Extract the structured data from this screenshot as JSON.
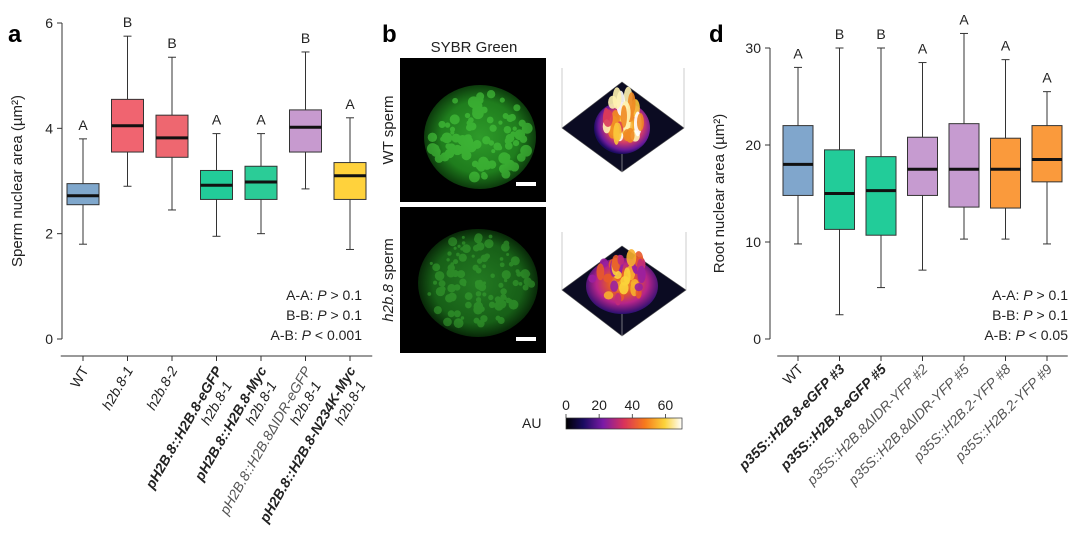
{
  "panel_a": {
    "letter": "a",
    "chart_data": {
      "type": "box",
      "ylabel": "Sperm nuclear area (µm²)",
      "ylim": [
        0,
        6
      ],
      "yticks": [
        0,
        2,
        4,
        6
      ],
      "grid": false,
      "categories": [
        {
          "parts": [
            {
              "t": "WT",
              "i": false
            }
          ],
          "style": "n"
        },
        {
          "parts": [
            {
              "t": "h2b.8-1",
              "i": true
            }
          ],
          "style": "n"
        },
        {
          "parts": [
            {
              "t": "h2b.8-2",
              "i": true
            }
          ],
          "style": "n"
        },
        {
          "parts": [
            {
              "t": "pH2B.8::H2B.8-eGFP",
              "i": true
            }
          ],
          "line2": "h2b.8-1",
          "style": "b"
        },
        {
          "parts": [
            {
              "t": "pH2B.8::H2B.8-Myc",
              "i": true
            }
          ],
          "line2": "h2b.8-1",
          "style": "b"
        },
        {
          "parts": [
            {
              "t": "pH2B.8::H2B.8ΔIDR-eGFP",
              "i": true
            }
          ],
          "line2": "h2b.8-1",
          "style": "g"
        },
        {
          "parts": [
            {
              "t": "pH2B.8::H2B.8-N234K-Myc",
              "i": true
            }
          ],
          "line2": "h2b.8-1",
          "style": "b"
        }
      ],
      "boxes": [
        {
          "min": 1.8,
          "q1": 2.55,
          "median": 2.72,
          "q3": 2.95,
          "max": 3.8
        },
        {
          "min": 2.9,
          "q1": 3.55,
          "median": 4.05,
          "q3": 4.55,
          "max": 5.75
        },
        {
          "min": 2.45,
          "q1": 3.45,
          "median": 3.82,
          "q3": 4.25,
          "max": 5.35
        },
        {
          "min": 1.95,
          "q1": 2.65,
          "median": 2.92,
          "q3": 3.2,
          "max": 3.9
        },
        {
          "min": 2.0,
          "q1": 2.65,
          "median": 2.98,
          "q3": 3.28,
          "max": 3.9
        },
        {
          "min": 2.85,
          "q1": 3.55,
          "median": 4.02,
          "q3": 4.35,
          "max": 5.45
        },
        {
          "min": 1.7,
          "q1": 2.65,
          "median": 3.1,
          "q3": 3.35,
          "max": 4.2
        }
      ],
      "groups": [
        "A",
        "B",
        "B",
        "A",
        "A",
        "B",
        "A"
      ],
      "colors": [
        "#7fa7cc",
        "#f06470",
        "#ee6770",
        "#22cc99",
        "#2bcc97",
        "#c79acf",
        "#ffd23c"
      ],
      "stats": [
        {
          "pre": "A-A: ",
          "p": "P",
          "post": " > 0.1"
        },
        {
          "pre": "B-B: ",
          "p": "P",
          "post": " > 0.1"
        },
        {
          "pre": "A-B: ",
          "p": "P",
          "post": " < 0.001"
        }
      ]
    }
  },
  "panel_b": {
    "letter": "b",
    "stain": "SYBR Green",
    "row_labels": [
      {
        "parts": [
          {
            "t": "WT sperm",
            "i": false
          }
        ]
      },
      {
        "parts": [
          {
            "t": "h2b.8",
            "i": true
          },
          {
            "t": " sperm",
            "i": false
          }
        ]
      }
    ],
    "colorbar": {
      "label": "AU",
      "ticks": [
        0,
        20,
        40,
        60
      ],
      "range": [
        0,
        70
      ]
    }
  },
  "panel_d": {
    "letter": "d",
    "chart_data": {
      "type": "box",
      "ylabel": "Root nuclear area (µm²)",
      "ylim": [
        0,
        30
      ],
      "yticks": [
        0,
        10,
        20,
        30
      ],
      "grid": false,
      "categories": [
        {
          "parts": [
            {
              "t": "WT",
              "i": false
            }
          ],
          "style": "n"
        },
        {
          "parts": [
            {
              "t": "p35S::H2B.8-eGFP #3",
              "i": true
            }
          ],
          "style": "b"
        },
        {
          "parts": [
            {
              "t": "p35S::H2B.8-eGFP #5",
              "i": true
            }
          ],
          "style": "b"
        },
        {
          "parts": [
            {
              "t": "p35S::H2B.8ΔIDR-YFP #2",
              "i": true
            }
          ],
          "style": "g"
        },
        {
          "parts": [
            {
              "t": "p35S::H2B.8ΔIDR-YFP #5",
              "i": true
            }
          ],
          "style": "g"
        },
        {
          "parts": [
            {
              "t": "p35S::H2B.2-YFP #8",
              "i": true
            }
          ],
          "style": "g"
        },
        {
          "parts": [
            {
              "t": "p35S::H2B.2-YFP #9",
              "i": true
            }
          ],
          "style": "g"
        }
      ],
      "boxes": [
        {
          "min": 9.8,
          "q1": 14.8,
          "median": 18.0,
          "q3": 22.0,
          "max": 28.0
        },
        {
          "min": 2.5,
          "q1": 11.3,
          "median": 15.0,
          "q3": 19.5,
          "max": 30.0
        },
        {
          "min": 5.3,
          "q1": 10.7,
          "median": 15.3,
          "q3": 18.8,
          "max": 30.0
        },
        {
          "min": 7.1,
          "q1": 14.8,
          "median": 17.5,
          "q3": 20.8,
          "max": 28.5
        },
        {
          "min": 10.3,
          "q1": 13.6,
          "median": 17.5,
          "q3": 22.2,
          "max": 31.5
        },
        {
          "min": 10.3,
          "q1": 13.5,
          "median": 17.5,
          "q3": 20.7,
          "max": 28.8
        },
        {
          "min": 9.8,
          "q1": 16.2,
          "median": 18.5,
          "q3": 22.0,
          "max": 25.5
        }
      ],
      "groups": [
        "A",
        "B",
        "B",
        "A",
        "A",
        "A",
        "A"
      ],
      "colors": [
        "#80a6cc",
        "#22cc99",
        "#22cc99",
        "#c69bd0",
        "#c69bd0",
        "#fa9a3c",
        "#fa9a3c"
      ],
      "stats": [
        {
          "pre": "A-A: ",
          "p": "P",
          "post": " > 0.1"
        },
        {
          "pre": "B-B: ",
          "p": "P",
          "post": " > 0.1"
        },
        {
          "pre": "A-B: ",
          "p": "P",
          "post": " < 0.05"
        }
      ]
    }
  }
}
